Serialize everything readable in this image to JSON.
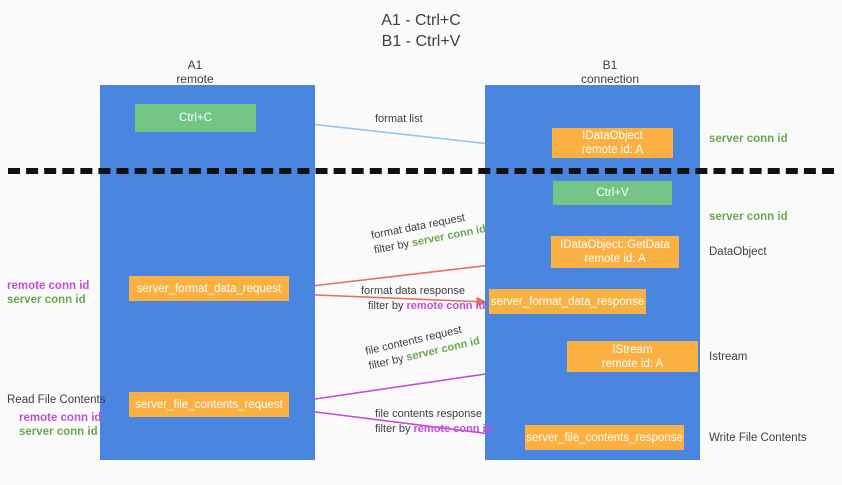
{
  "title": {
    "line1": "A1 - Ctrl+C",
    "line2": "B1 - Ctrl+V"
  },
  "columns": [
    {
      "name": "A1",
      "role": "remote"
    },
    {
      "name": "B1",
      "role": "connection"
    }
  ],
  "colors": {
    "lane": "#4a86e0",
    "green_box": "#74c486",
    "orange_box": "#fbb042",
    "server_conn_id": "#6aa84f",
    "remote_conn_id": "#c34fd4",
    "arrow_blue": "#8ec6ef",
    "arrow_red": "#e8705a",
    "arrow_magenta": "#c34fd4",
    "arrow_black": "#111111",
    "separator": "#111111"
  },
  "nodes": {
    "ctrl_c": {
      "label": "Ctrl+C"
    },
    "idataobject": {
      "label": "IDataObject",
      "sub": "remote id: A"
    },
    "ctrl_v": {
      "label": "Ctrl+V"
    },
    "getdata": {
      "label": "IDataObject::GetData",
      "sub": "remote id: A"
    },
    "istream": {
      "label": "IStream",
      "sub": "remote id: A"
    },
    "server_format_data_request": {
      "label": "server_format_data_request"
    },
    "server_format_data_response": {
      "label": "server_format_data_response"
    },
    "server_file_contents_request": {
      "label": "server_file_contents_request"
    },
    "server_file_contents_response": {
      "label": "server_file_contents_response"
    }
  },
  "edges": {
    "format_list": {
      "label": "format list"
    },
    "format_data_request": {
      "line1": "format data request",
      "filter_prefix": "filter by ",
      "filter_value": "server conn id"
    },
    "format_data_response": {
      "line1": "format data response",
      "filter_prefix": "filter by ",
      "filter_value": "remote conn id"
    },
    "file_contents_request": {
      "line1": "file contents request",
      "filter_prefix": "filter by ",
      "filter_value": "server conn id"
    },
    "file_contents_response": {
      "line1": "file contents response",
      "filter_prefix": "filter by ",
      "filter_value": "remote conn id"
    }
  },
  "right_labels": {
    "server_conn_id_top": "server conn id",
    "server_conn_id_mid": "server conn id",
    "dataobject": "DataObject",
    "istream": "Istream",
    "write_file_contents": "Write File Contents"
  },
  "left_labels": {
    "format_remote": "remote conn id",
    "format_server": "server conn id",
    "read_file_contents": "Read File Contents",
    "file_remote": "remote conn id",
    "file_server": "server conn id"
  }
}
